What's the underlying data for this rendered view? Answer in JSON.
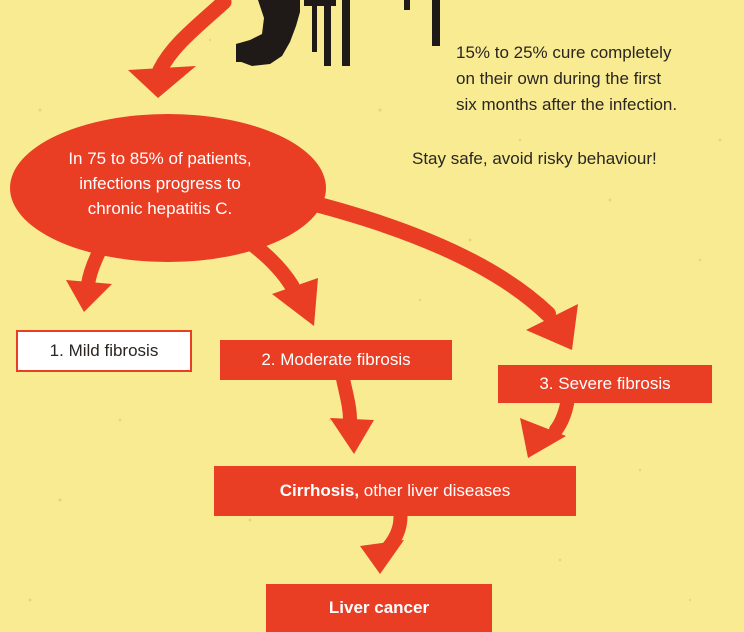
{
  "colors": {
    "background": "#f8eb92",
    "accent": "#e93d24",
    "ink": "#1f1a17",
    "text_dark": "#2a2521"
  },
  "notes": {
    "cure_line1": "15% to 25% cure completely",
    "cure_line2": "on their own during the first",
    "cure_line3": "six months after the infection.",
    "safety": "Stay safe, avoid risky behaviour!"
  },
  "oval": {
    "line1": "In 75 to 85% of patients,",
    "line2": "infections progress to",
    "line3": "chronic hepatitis C."
  },
  "stages": {
    "mild": "1. Mild fibrosis",
    "moderate": "2. Moderate fibrosis",
    "severe": "3. Severe fibrosis"
  },
  "cirrhosis": {
    "bold": "Cirrhosis,",
    "rest": " other liver diseases"
  },
  "cancer": "Liver cancer",
  "icons": {
    "figure": "seated-person-silhouette-icon"
  }
}
